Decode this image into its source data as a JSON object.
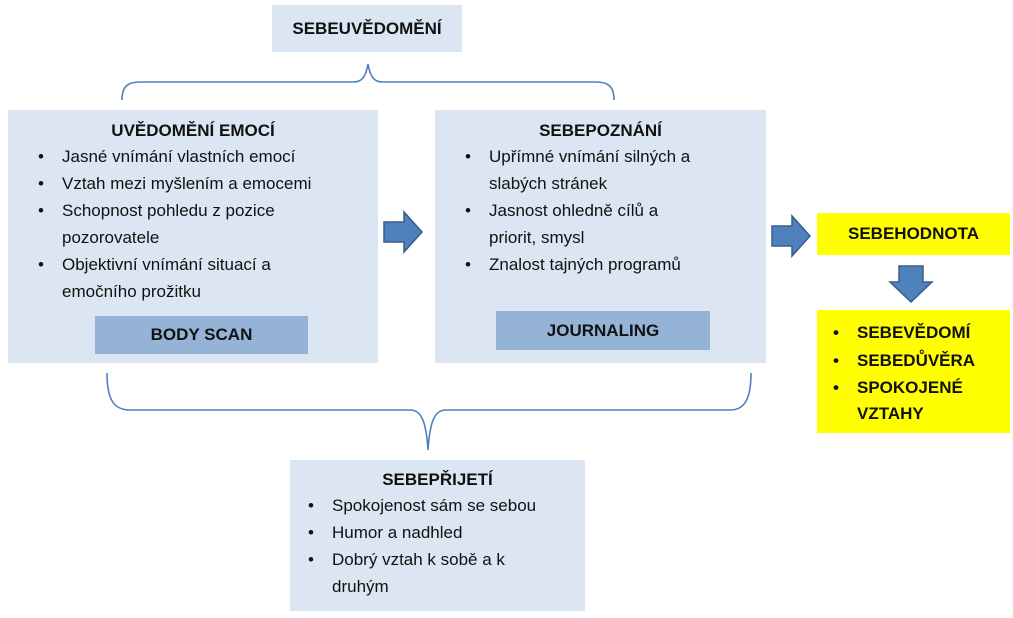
{
  "top": {
    "title": "SEBEUVĚDOMĚNÍ"
  },
  "emotions": {
    "title": "UVĚDOMĚNÍ EMOCÍ",
    "items": [
      "Jasné vnímání vlastních emocí",
      "Vztah mezi myšlením a emocemi",
      "Schopnost pohledu z pozice pozorovatele",
      "Objektivní vnímání situací a emočního prožitku"
    ],
    "technique": "BODY SCAN"
  },
  "selfknowledge": {
    "title": "SEBEPOZNÁNÍ",
    "items": [
      "Upřímné vnímání silných a slabých stránek",
      "Jasnost ohledně cílů a priorit, smysl",
      "Znalost tajných programů"
    ],
    "technique": "JOURNALING"
  },
  "selfworth": {
    "title": "SEBEHODNOTA"
  },
  "results": {
    "items": [
      "SEBEVĚDOMÍ",
      "SEBEDŮVĚRA",
      "SPOKOJENÉ VZTAHY"
    ]
  },
  "acceptance": {
    "title": "SEBEPŘIJETÍ",
    "items": [
      "Spokojenost sám se sebou",
      "Humor a nadhled",
      "Dobrý vztah k sobě a k druhým"
    ]
  },
  "colors": {
    "box": "#dce6f2",
    "technique": "#95b3d7",
    "highlight": "#ffff00",
    "arrow": "#4f81bd",
    "brace": "#4f81bd"
  }
}
